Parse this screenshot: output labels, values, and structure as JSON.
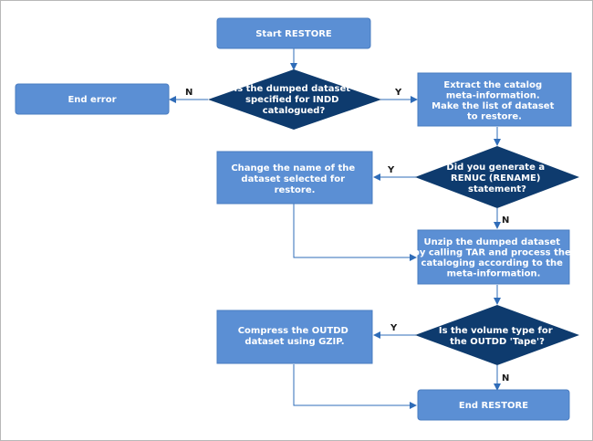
{
  "nodes": {
    "start": {
      "lines": [
        "Start RESTORE"
      ]
    },
    "q1": {
      "lines": [
        "Is the dumped dataset",
        "specified for INDD",
        "catalogued?"
      ]
    },
    "end_error": {
      "lines": [
        "End error"
      ]
    },
    "extract": {
      "lines": [
        "Extract the catalog",
        "meta-information.",
        "Make the list of dataset",
        "to restore."
      ]
    },
    "q2": {
      "lines": [
        "Did you generate a",
        "RENUC (RENAME)",
        "statement?"
      ]
    },
    "change_name": {
      "lines": [
        "Change the name of the",
        "dataset selected for",
        "restore."
      ]
    },
    "unzip": {
      "lines": [
        "Unzip the dumped dataset",
        "by calling TAR and process the",
        "cataloging according to the",
        "meta-information."
      ]
    },
    "q3": {
      "lines": [
        "Is the volume type for",
        "the OUTDD 'Tape'?"
      ]
    },
    "compress": {
      "lines": [
        "Compress the OUTDD",
        "dataset using GZIP."
      ]
    },
    "end_restore": {
      "lines": [
        "End RESTORE"
      ]
    }
  },
  "edge_labels": {
    "q1_no": "N",
    "q1_yes": "Y",
    "q2_yes": "Y",
    "q2_no": "N",
    "q3_yes": "Y",
    "q3_no": "N"
  },
  "colors": {
    "process": "#5b8fd4",
    "decision": "#0e3b6e",
    "connector": "#2f6cb8"
  }
}
